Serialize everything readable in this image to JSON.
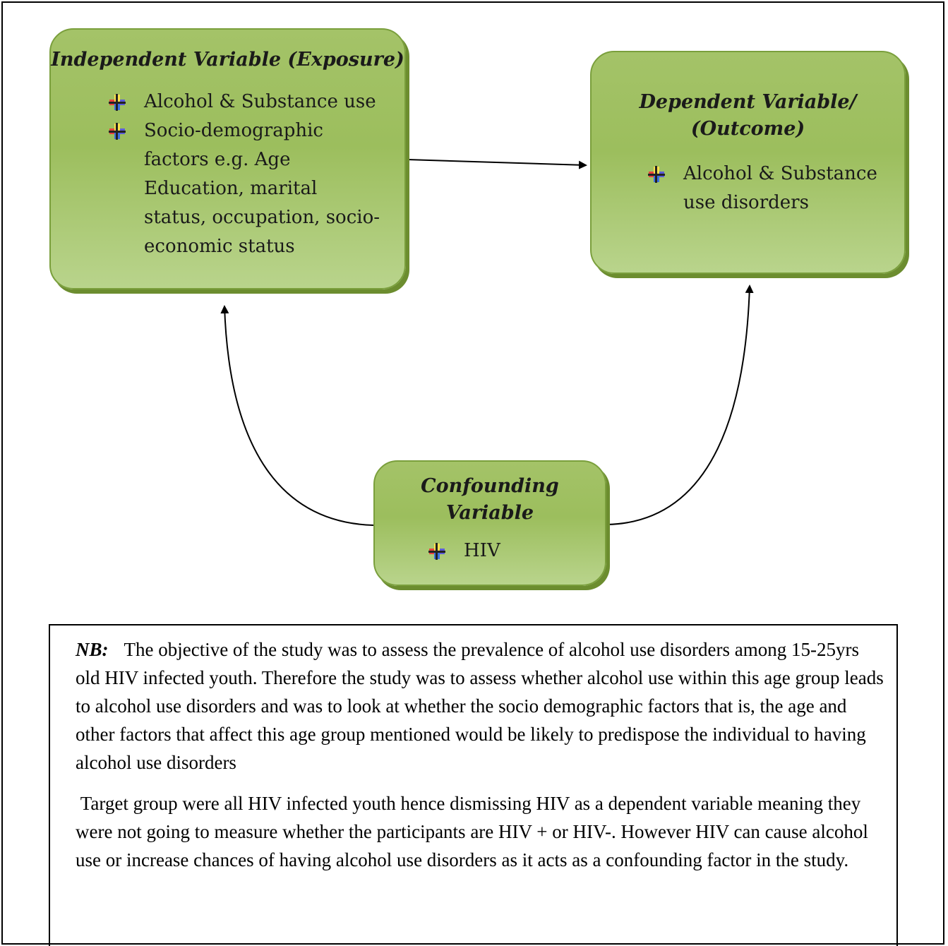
{
  "independent": {
    "title": "Independent Variable (Exposure)",
    "items": [
      "Alcohol & Substance  use",
      "Socio-demographic factors e.g. Age Education, marital status, occupation, socio-economic status"
    ]
  },
  "dependent": {
    "title_line1": "Dependent Variable/",
    "title_line2": "(Outcome)",
    "items": [
      "Alcohol & Substance use disorders"
    ]
  },
  "confounding": {
    "title_line1": "Confounding",
    "title_line2": "Variable",
    "items": [
      "HIV"
    ]
  },
  "note": {
    "label": "NB:",
    "paragraph1": "The objective of the study was to assess the prevalence of alcohol use disorders among 15-25yrs old HIV infected youth. Therefore the study was to assess whether alcohol use within this age group leads to alcohol use disorders and was to look at whether the socio demographic factors that is, the age and other factors that affect this age group mentioned would be likely to predispose the individual to having alcohol use disorders",
    "paragraph2": "Target group were all HIV infected youth hence dismissing HIV as a dependent variable meaning they were not going to measure whether the participants are HIV + or HIV-. However HIV can cause alcohol use or increase chances of having alcohol use disorders as it acts as a confounding factor in the study."
  },
  "colors": {
    "box_fill": "#9cbe5d",
    "box_shadow": "#6c8d2f",
    "box_border": "#7a9f3c",
    "arrow": "#000000"
  }
}
